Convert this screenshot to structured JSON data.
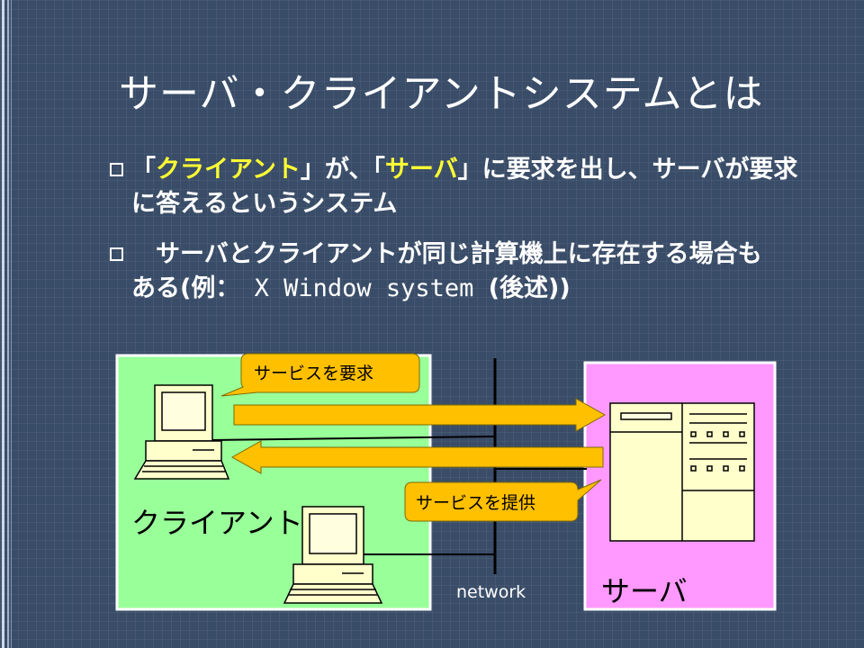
{
  "slide": {
    "title": "サーバ・クライアントシステムとは",
    "bullets": [
      {
        "line1_open": "「",
        "line1_client": "クライアント",
        "line1_mid": "」が、「",
        "line1_server": "サーバ",
        "line1_rest": "」に要求を出し、サーバが要求",
        "line2": "に答えるというシステム"
      },
      {
        "line1": "　サーバとクライアントが同じ計算機上に存在する場合も",
        "line2_prefix": "ある(例：",
        "line2_mono": " X Window system ",
        "line2_suffix": "(後述))"
      }
    ]
  },
  "diagram": {
    "client_label": "クライアント",
    "server_label": "サーバ",
    "network_label": "network",
    "request_callout": "サービスを要求",
    "provide_callout": "サービスを提供"
  },
  "colors": {
    "background": "#3a4d68",
    "highlight": "#ffff33",
    "client_panel": "#99ff99",
    "server_panel": "#ff99ff",
    "arrow": "#ffc000",
    "callout": "#ffc000"
  }
}
